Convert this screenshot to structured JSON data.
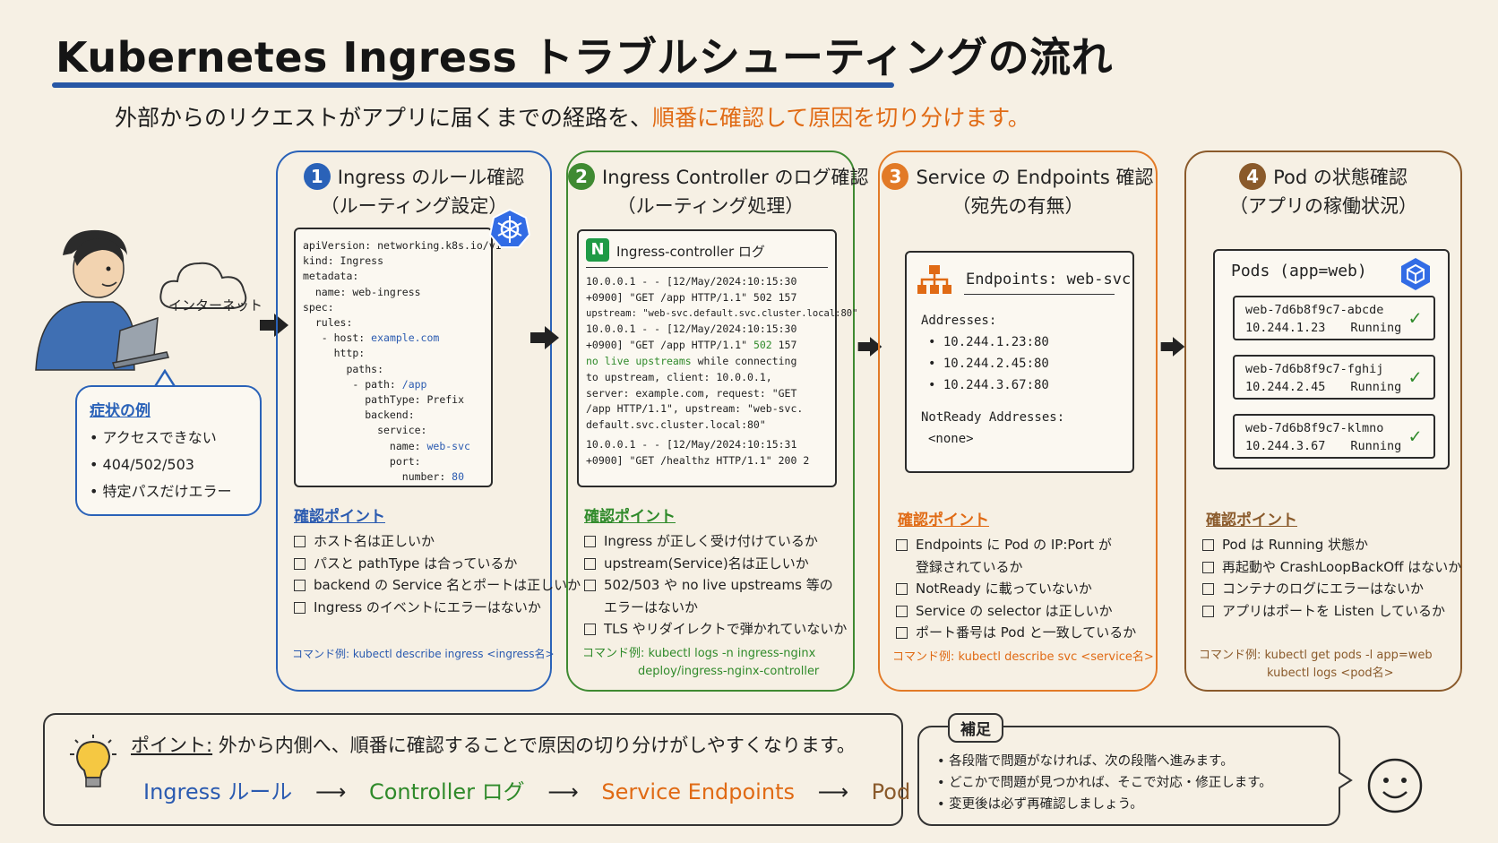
{
  "title": "Kubernetes Ingress トラブルシューティングの流れ",
  "subtitle": {
    "lead": "外部からのリクエストがアプリに届くまでの経路を、",
    "highlight": "順番に確認して原因を切り分けます。"
  },
  "user_scene": {
    "cloud_label": "インターネット"
  },
  "symptoms": {
    "title": "症状の例",
    "items": [
      "• アクセスできない",
      "• 404/502/503",
      "• 特定パスだけエラー"
    ]
  },
  "panels": [
    {
      "number": "1",
      "title": "Ingress のルール確認",
      "subtitle": "（ルーティング設定）",
      "color": "#2a62b8",
      "code": {
        "l1": "apiVersion: networking.k8s.io/v1",
        "l2": "kind: Ingress",
        "l3": "metadata:",
        "l4": "  name: web-ingress",
        "l5": "spec:",
        "l6": "  rules:",
        "l7_pre": "   - host: ",
        "l7_val": "example.com",
        "l8": "     http:",
        "l9": "       paths:",
        "l10_pre": "        - path: ",
        "l10_val": "/app",
        "l11": "          pathType: Prefix",
        "l12": "          backend:",
        "l13": "            service:",
        "l14_pre": "              name: ",
        "l14_val": "web-svc",
        "l15": "              port:",
        "l16_pre": "                number: ",
        "l16_val": "80"
      },
      "checks_title": "確認ポイント",
      "checks": [
        "ホスト名は正しいか",
        "パスと pathType は合っているか",
        "backend の Service 名とポートは正しいか",
        "Ingress のイベントにエラーはないか"
      ],
      "command": "コマンド例: kubectl describe ingress <ingress名>"
    },
    {
      "number": "2",
      "title": "Ingress Controller のログ確認",
      "subtitle": "（ルーティング処理）",
      "color": "#3f8a32",
      "log_header": "Ingress-controller ログ",
      "log": {
        "a1": "10.0.0.1 - - [12/May/2024:10:15:30",
        "a2": "+0900] \"GET /app HTTP/1.1\" 502 157",
        "a3": "upstream: \"web-svc.default.svc.cluster.local:80\"",
        "b1": "10.0.0.1 - - [12/May/2024:10:15:30",
        "b2_pre": "+0900] \"GET /app HTTP/1.1\" ",
        "b2_code": "502",
        "b2_post": " 157",
        "b3_hl": "no live upstreams",
        "b3_post": " while connecting",
        "b4": "to upstream, client: 10.0.0.1,",
        "b5": "server: example.com, request: \"GET",
        "b6": "/app HTTP/1.1\", upstream: \"web-svc.",
        "b7": "default.svc.cluster.local:80\"",
        "c1": "10.0.0.1 - - [12/May/2024:10:15:31",
        "c2": "+0900] \"GET /healthz HTTP/1.1\" 200 2"
      },
      "checks_title": "確認ポイント",
      "checks": [
        "Ingress が正しく受け付けているか",
        "upstream(Service)名は正しいか",
        "502/503 や no live upstreams 等の",
        "TLS やリダイレクトで弾かれていないか"
      ],
      "checks_cont": "エラーはないか",
      "command_l1": "コマンド例: kubectl logs -n ingress-nginx",
      "command_l2": "deploy/ingress-nginx-controller"
    },
    {
      "number": "3",
      "title": "Service の Endpoints 確認",
      "subtitle": "（宛先の有無）",
      "color": "#e27a27",
      "endpoints_header": "Endpoints: web-svc",
      "addresses_label": "Addresses:",
      "addresses": [
        "• 10.244.1.23:80",
        "• 10.244.2.45:80",
        "• 10.244.3.67:80"
      ],
      "notready_label": "NotReady Addresses:",
      "notready_value": "<none>",
      "checks_title": "確認ポイント",
      "checks": [
        "Endpoints に Pod の IP:Port が",
        "NotReady に載っていないか",
        "Service の selector は正しいか",
        "ポート番号は Pod と一致しているか"
      ],
      "checks_cont": "登録されているか",
      "command": "コマンド例: kubectl describe svc <service名>"
    },
    {
      "number": "4",
      "title": "Pod の状態確認",
      "subtitle": "（アプリの稼働状況）",
      "color": "#8a5a2b",
      "pods_header": "Pods (app=web)",
      "pods": [
        {
          "name": "web-7d6b8f9c7-abcde",
          "ip": "10.244.1.23",
          "status": "Running"
        },
        {
          "name": "web-7d6b8f9c7-fghij",
          "ip": "10.244.2.45",
          "status": "Running"
        },
        {
          "name": "web-7d6b8f9c7-klmno",
          "ip": "10.244.3.67",
          "status": "Running"
        }
      ],
      "checks_title": "確認ポイント",
      "checks": [
        "Pod は Running 状態か",
        "再起動や CrashLoopBackOff はないか",
        "コンテナのログにエラーはないか",
        "アプリはポートを Listen しているか"
      ],
      "command_l1": "コマンド例: kubectl get pods -l app=web",
      "command_l2": "kubectl logs <pod名>"
    }
  ],
  "point": {
    "label": "ポイント:",
    "text": "外から内側へ、順番に確認することで原因の切り分けがしやすくなります。",
    "flow": [
      "Ingress ルール",
      "Controller ログ",
      "Service Endpoints",
      "Pod"
    ],
    "flow_arrow": "⟶"
  },
  "note": {
    "title": "補足",
    "items": [
      "• 各段階で問題がなければ、次の段階へ進みます。",
      "• どこかで問題が見つかれば、そこで対応・修正します。",
      "• 変更後は必ず再確認しましょう。"
    ]
  },
  "colors": {
    "blue": "#2a62b8",
    "green": "#3f8a32",
    "orange": "#e27a27",
    "brown": "#8a5a2b",
    "background": "#f6f0e4"
  }
}
